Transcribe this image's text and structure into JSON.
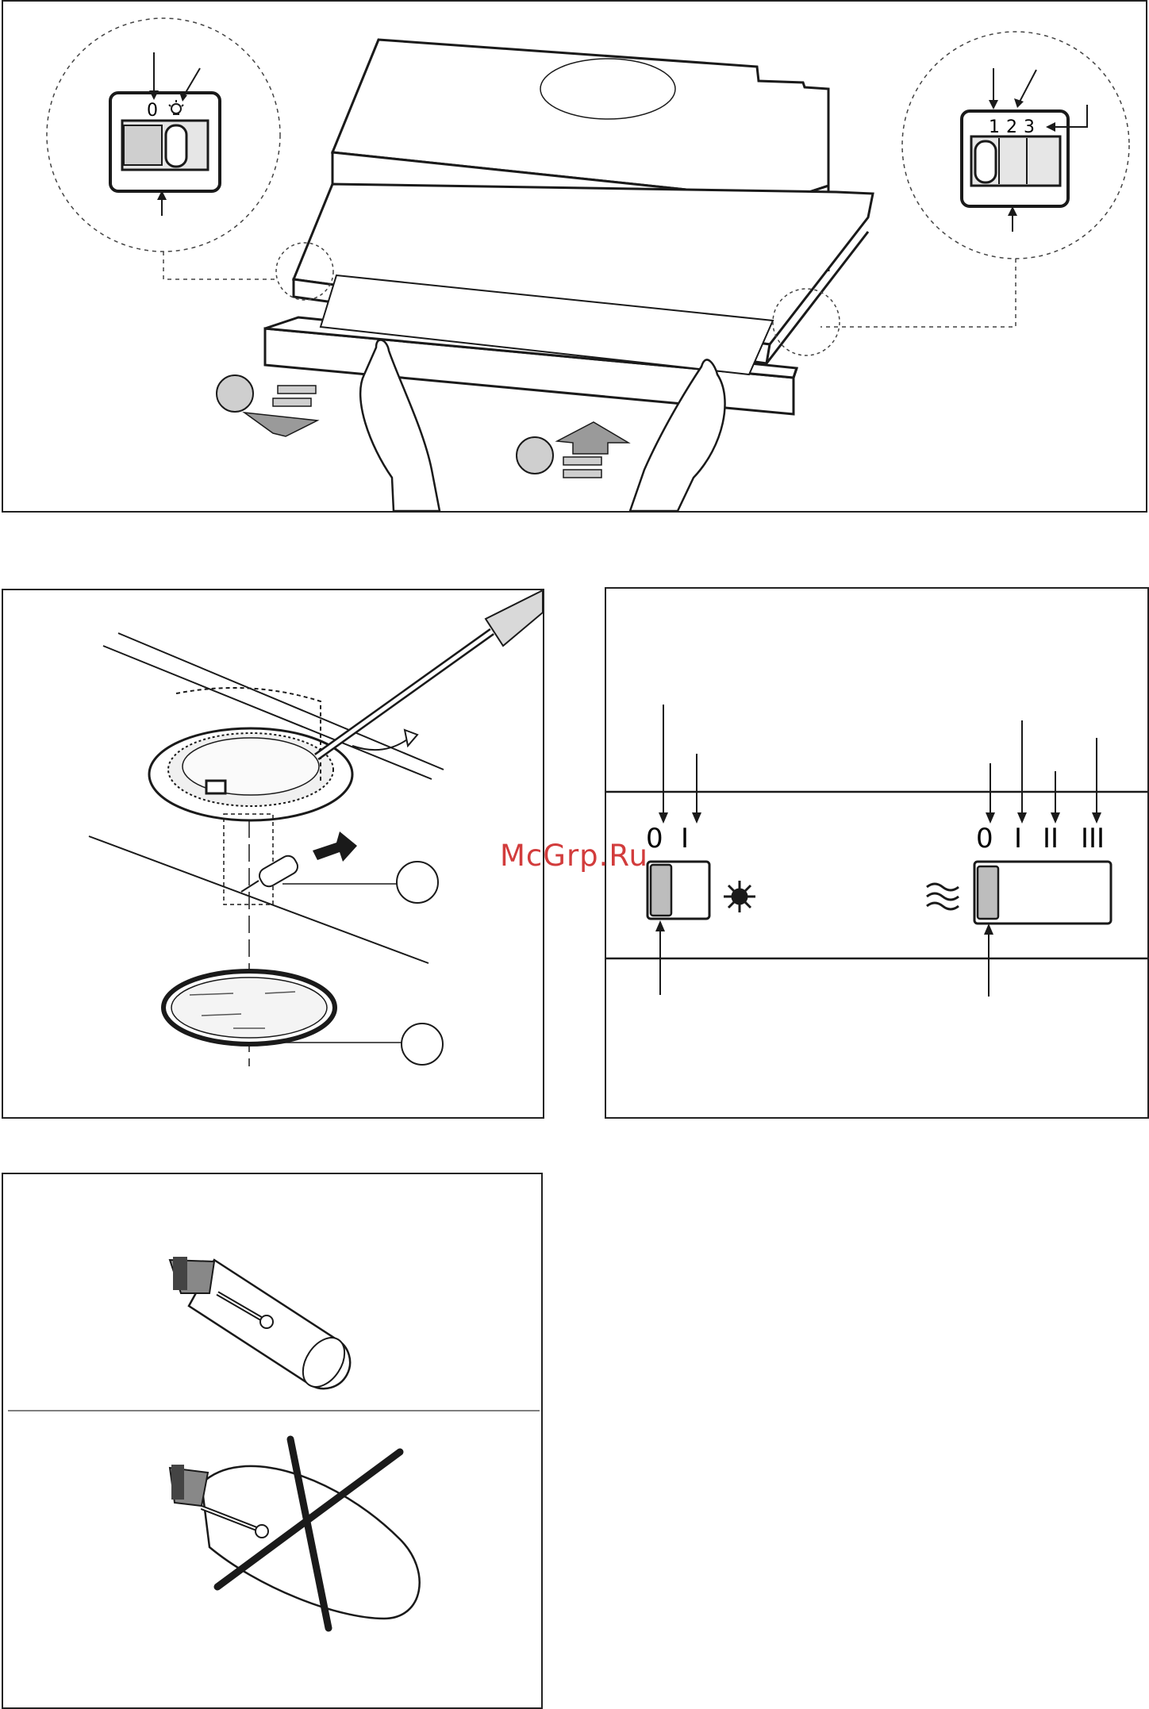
{
  "watermark": {
    "text": "McGrp.Ru",
    "color": "#d23c3c"
  },
  "top_panel": {
    "left_switch": {
      "label_off": "0",
      "icon": "light-bulb-icon"
    },
    "right_switch": {
      "labels": [
        "1",
        "2",
        "3"
      ]
    }
  },
  "control_panel": {
    "light_switch": {
      "label_off": "0",
      "label_on": "I",
      "icon": "light-sun-icon"
    },
    "fan_switch": {
      "label_off": "0",
      "label_1": "I",
      "label_2": "II",
      "label_3": "III",
      "icon": "fan-waves-icon"
    }
  },
  "colors": {
    "line": "#1a1a1a",
    "button_fill": "#bdbdbd",
    "arrow_fill": "#9a9a9a",
    "watermark": "#d23c3c"
  }
}
